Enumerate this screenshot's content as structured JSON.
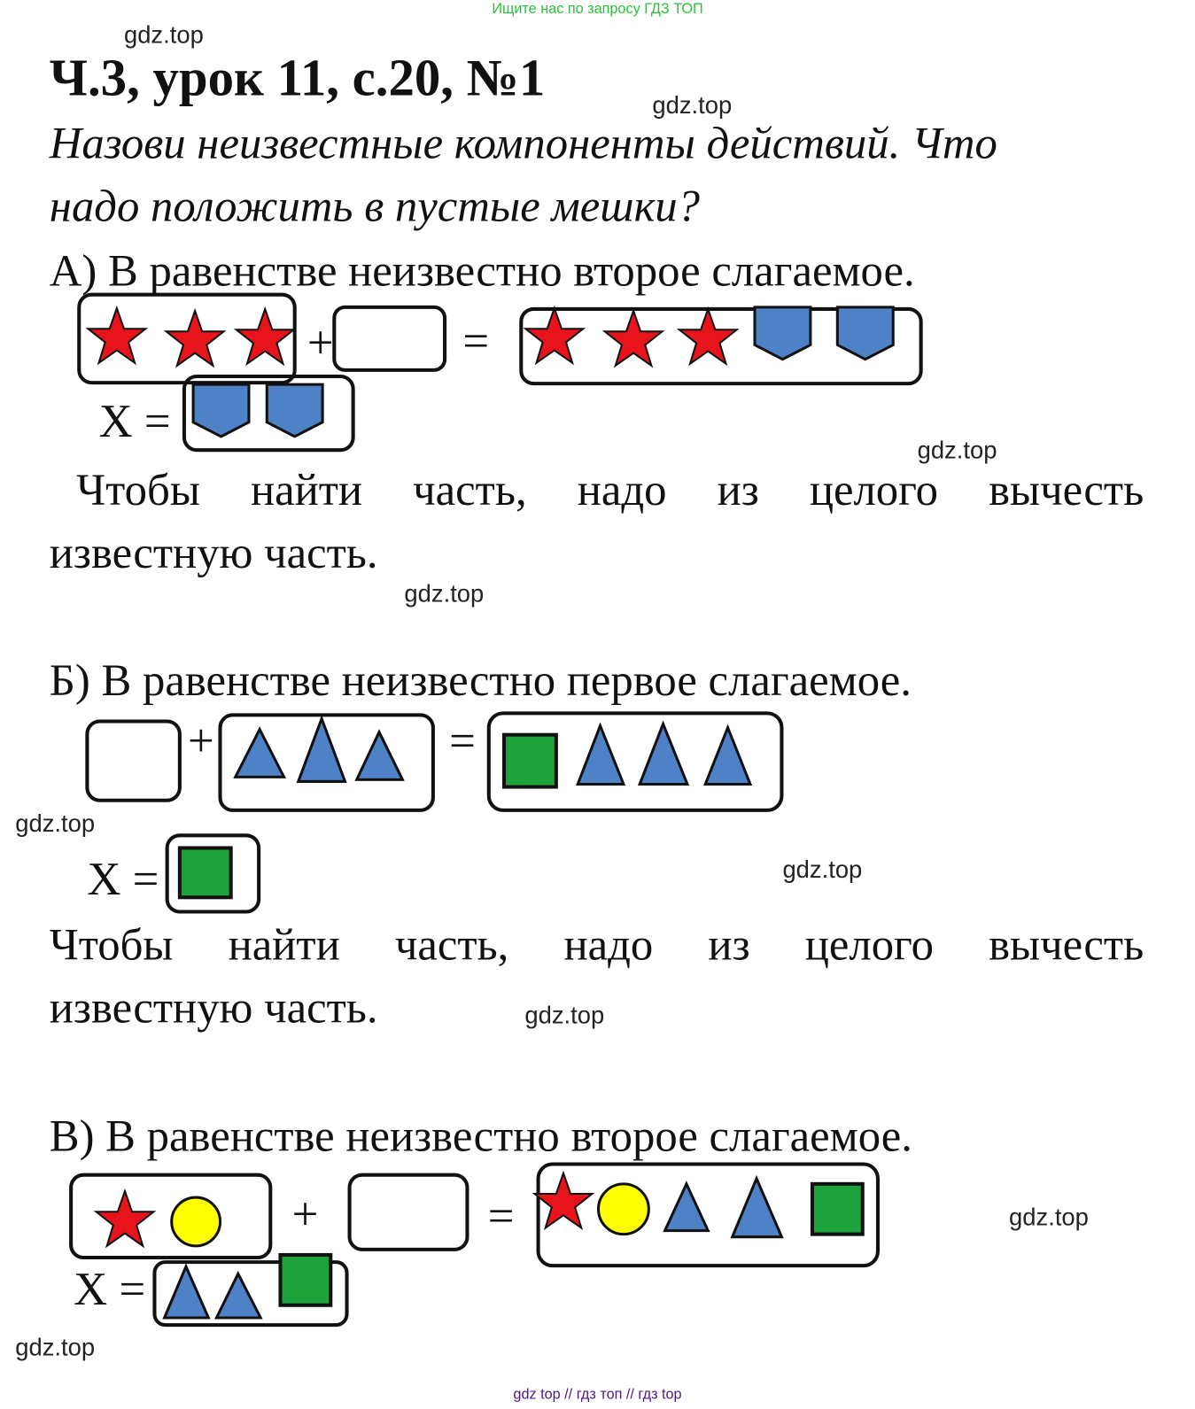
{
  "top_banner": "Ищите нас по запросу ГДЗ ТОП",
  "title": "Ч.3, урок 11, с.20, №1",
  "task": {
    "line1": "Назови неизвестные компоненты действий. Что",
    "line2": "надо положить в пустые мешки?"
  },
  "section_a": {
    "heading": "А) В равенстве неизвестно второе слагаемое.",
    "plus": "+",
    "equals": "=",
    "x_label": "X =",
    "rule_line1": "Чтобы найти часть, надо из целого вычесть",
    "rule_line2": "известную часть."
  },
  "section_b": {
    "heading": "Б) В равенстве неизвестно первое слагаемое.",
    "plus": "+",
    "equals": "=",
    "x_label": "X =",
    "rule_line1": "Чтобы найти часть, надо из целого вычесть",
    "rule_line2": "известную часть."
  },
  "section_c": {
    "heading": "В) В равенстве неизвестно второе слагаемое.",
    "plus": "+",
    "equals": "=",
    "x_label": "X ="
  },
  "watermark": "gdz.top",
  "footer": "gdz top  //  гдз топ  //  гдз top",
  "colors": {
    "star": "#e8141b",
    "shield": "#4f81c7",
    "triangle": "#4f81c7",
    "square": "#1ea33c",
    "circle": "#ffff00"
  }
}
